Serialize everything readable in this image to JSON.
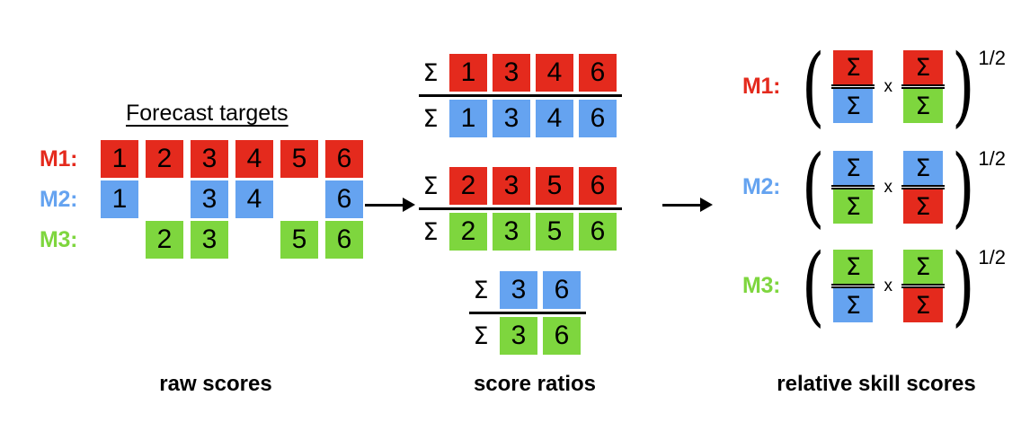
{
  "colors": {
    "red": "#e42a1d",
    "blue": "#65a3f0",
    "green": "#7ed63e",
    "black": "#000000",
    "background": "#ffffff"
  },
  "panel_raw": {
    "title": "Forecast targets",
    "caption": "raw scores",
    "columns": [
      "1",
      "2",
      "3",
      "4",
      "5",
      "6"
    ],
    "rows": [
      {
        "label": "M1:",
        "color_name": "red",
        "cells": [
          {
            "value": "1",
            "color": "red"
          },
          {
            "value": "2",
            "color": "red"
          },
          {
            "value": "3",
            "color": "red"
          },
          {
            "value": "4",
            "color": "red"
          },
          {
            "value": "5",
            "color": "red"
          },
          {
            "value": "6",
            "color": "red"
          }
        ]
      },
      {
        "label": "M2:",
        "color_name": "blue",
        "cells": [
          {
            "value": "1",
            "color": "blue"
          },
          {
            "value": "",
            "color": "empty"
          },
          {
            "value": "3",
            "color": "blue"
          },
          {
            "value": "4",
            "color": "blue"
          },
          {
            "value": "",
            "color": "empty"
          },
          {
            "value": "6",
            "color": "blue"
          }
        ]
      },
      {
        "label": "M3:",
        "color_name": "green",
        "cells": [
          {
            "value": "",
            "color": "empty"
          },
          {
            "value": "2",
            "color": "green"
          },
          {
            "value": "3",
            "color": "green"
          },
          {
            "value": "",
            "color": "empty"
          },
          {
            "value": "5",
            "color": "green"
          },
          {
            "value": "6",
            "color": "green"
          }
        ]
      }
    ]
  },
  "arrows": [
    {
      "name": "arrow-raw-to-ratios",
      "glyph": "→"
    },
    {
      "name": "arrow-ratios-to-skill",
      "glyph": "→"
    }
  ],
  "panel_ratios": {
    "caption": "score ratios",
    "sigma": "Σ",
    "fractions": [
      {
        "name": "ratio-m1-over-m2",
        "numerator": {
          "color": "red",
          "values": [
            "1",
            "3",
            "4",
            "6"
          ]
        },
        "denominator": {
          "color": "blue",
          "values": [
            "1",
            "3",
            "4",
            "6"
          ]
        }
      },
      {
        "name": "ratio-m1-over-m3",
        "numerator": {
          "color": "red",
          "values": [
            "2",
            "3",
            "5",
            "6"
          ]
        },
        "denominator": {
          "color": "green",
          "values": [
            "2",
            "3",
            "5",
            "6"
          ]
        }
      },
      {
        "name": "ratio-m2-over-m3",
        "numerator": {
          "color": "blue",
          "values": [
            "3",
            "6"
          ]
        },
        "denominator": {
          "color": "green",
          "values": [
            "3",
            "6"
          ]
        }
      }
    ]
  },
  "panel_skill": {
    "caption": "relative skill scores",
    "sigma": "Σ",
    "times": "x",
    "exponent": "1/2",
    "paren_open": "(",
    "paren_close": ")",
    "rows": [
      {
        "label": "M1:",
        "color_name": "red",
        "terms": [
          {
            "numerator_color": "red",
            "denominator_color": "blue"
          },
          {
            "numerator_color": "red",
            "denominator_color": "green"
          }
        ]
      },
      {
        "label": "M2:",
        "color_name": "blue",
        "terms": [
          {
            "numerator_color": "blue",
            "denominator_color": "green"
          },
          {
            "numerator_color": "blue",
            "denominator_color": "red"
          }
        ]
      },
      {
        "label": "M3:",
        "color_name": "green",
        "terms": [
          {
            "numerator_color": "green",
            "denominator_color": "blue"
          },
          {
            "numerator_color": "green",
            "denominator_color": "red"
          }
        ]
      }
    ]
  }
}
